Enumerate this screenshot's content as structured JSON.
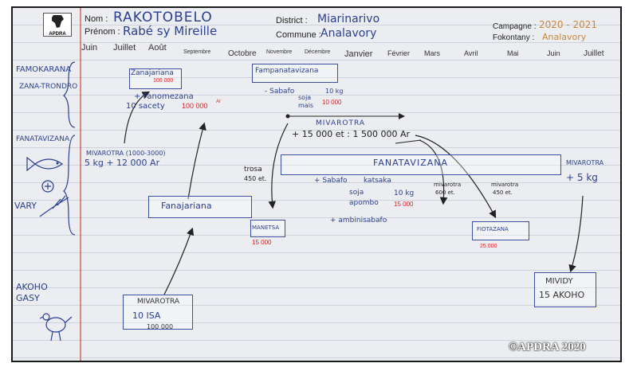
{
  "header": {
    "nom_label": "Nom :",
    "nom_value": "RAKOTOBELO",
    "prenom_label": "Prénom :",
    "prenom_value": "Rabé sy Mireille",
    "district_label": "District :",
    "district_value": "Miarinarivo",
    "commune_label": "Commune :",
    "commune_value": "Analavory",
    "campagne_label": "Campagne :",
    "campagne_value": "2020 - 2021",
    "fokontany_label": "Fokontany :",
    "fokontany_value": "Analavory",
    "logo_text": "APDRA"
  },
  "months": [
    "Juin",
    "Juillet",
    "Août",
    "Septembre",
    "Octobre",
    "Novembre",
    "Décembre",
    "Janvier",
    "Février",
    "Mars",
    "Avril",
    "Mai",
    "Juin",
    "Juillet"
  ],
  "rows": {
    "famokarana": "FAMOKARANA",
    "zana_trondro": "ZANA-TRONDRO",
    "fanatavizana": "FANATAVIZANA",
    "vary": "VARY",
    "akoho_gasy": "AKOHO GASY"
  },
  "annotations": {
    "zanajariana_box": "Zanajariana",
    "zanajariana_price": "100 000",
    "fanomezana_line1": "+ Fanomezana",
    "fanomezana_line2": "10 sacety",
    "fanomezana_price": "100 000",
    "ariary": "Ar",
    "fampanatavizana_box": "Fampanatavizana",
    "sabafo": "- Sabafo",
    "soja_mais": "soja mais",
    "soja_mais_qty": "10 kg",
    "soja_mais_price": "10 000",
    "mivarotra_main_label": "MIVAROTRA",
    "mivarotra_main_value": "+ 15 000 et : 1 500 000 Ar",
    "mivarotra_left_line1": "MIVAROTRA (1000-3000)",
    "mivarotra_left_line2": "5 kg + 12 000 Ar",
    "fanatavizana_bar": "FANATAVIZANA",
    "mivarotra_right_label": "MIVAROTRA",
    "mivarotra_right_value": "+ 5 kg",
    "trosa_label": "trosa",
    "trosa_qty": "450 et.",
    "sabafo_bar": "+ Sabafo",
    "katsaka": "katsaka",
    "soja_apombo": "soja apombo",
    "katsaka_qty": "10 kg",
    "katsaka_price": "15 000",
    "mivarotra_mid_label": "mivarotra",
    "mivarotra_mid_qty": "600 et.",
    "mivarotra_mid2_label": "mivarotra",
    "mivarotra_mid2_qty": "450 et.",
    "fanajariana_box": "Fanajariana",
    "manetsa_box": "MANETSA",
    "manetsa_price": "15 000",
    "ambinisabafo": "+ ambinisabafo",
    "fiotazana_box": "FIOTAZANA",
    "fiotazana_price": "25 000",
    "mividy_line1": "MIVIDY",
    "mividy_line2": "15 AKOHO",
    "mivarotra_akoho_label": "MIVAROTRA",
    "mivarotra_akoho_line2": "10 ISA",
    "mivarotra_akoho_price": "100 000"
  },
  "watermark": "©APDRA 2020"
}
